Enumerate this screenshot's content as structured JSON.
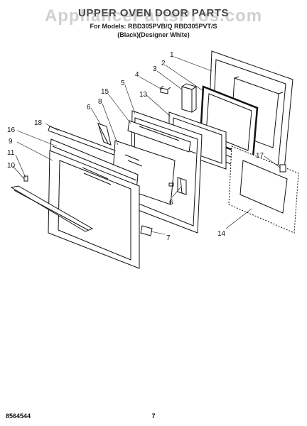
{
  "header": {
    "title": "UPPER OVEN DOOR PARTS",
    "watermark": "AppliancePartsPros.com",
    "models": "For Models: RBD305PVB/Q RBD305PVT/S",
    "colors": "(Black)(Designer White)"
  },
  "callouts": [
    "1",
    "2",
    "3",
    "4",
    "5",
    "6",
    "7",
    "8",
    "9",
    "10",
    "11",
    "13",
    "14",
    "15",
    "16",
    "17",
    "18"
  ],
  "footer": {
    "code": "8564544",
    "page": "7"
  }
}
